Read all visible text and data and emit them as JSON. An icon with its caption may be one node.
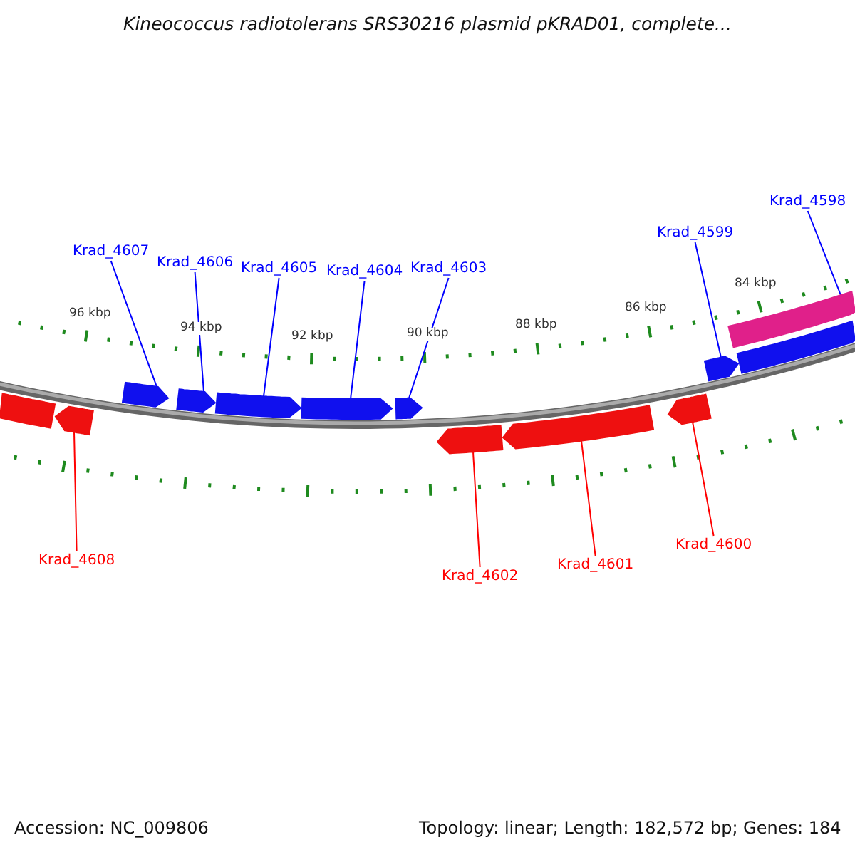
{
  "diagram": {
    "title": "Kineococcus radiotolerans SRS30216 plasmid pKRAD01, complete...",
    "nodes": [
      {
        "text": [
          "Krad_4607"
        ]
      },
      {
        "text": [
          "Krad_4606"
        ]
      },
      {
        "text": [
          "Krad_4605"
        ]
      },
      {
        "text": [
          "Krad_4604"
        ]
      },
      {
        "text": [
          "Krad_4603"
        ]
      },
      {
        "text": [
          "Krad_4599"
        ]
      },
      {
        "text": [
          "Krad_4598"
        ]
      },
      {
        "text": [],
        "shape": "bar"
      },
      {
        "text": [],
        "shape": "bar"
      },
      {
        "text": [],
        "shape": "bar"
      },
      {
        "text": [],
        "shape": "bar"
      },
      {
        "text": [],
        "shape": "bar"
      },
      {
        "text": [],
        "shape": "bar"
      },
      {
        "text": [],
        "shape": "bar"
      },
      {
        "text": [],
        "shape": "bar"
      },
      {
        "text": [],
        "shape": "bar"
      },
      {
        "text": [],
        "shape": "bar"
      },
      {
        "text": [],
        "shape": "bar"
      },
      {
        "text": [],
        "shape": "bar"
      },
      {
        "text": [],
        "shape": "bar"
      },
      {
        "text": [
          "Krad_4608"
        ]
      },
      {
        "text": [
          "Krad_4602"
        ]
      },
      {
        "text": [
          "Krad_4601"
        ]
      },
      {
        "text": [
          "Krad_4600"
        ]
      }
    ],
    "edges": [
      {
        "from": 0,
        "to": 7,
        "arrow": "none"
      },
      {
        "from": 1,
        "to": 8,
        "arrow": "none"
      },
      {
        "from": 2,
        "to": 9,
        "arrow": "none"
      },
      {
        "from": 3,
        "to": 10,
        "arrow": "none"
      },
      {
        "from": 4,
        "to": 11,
        "arrow": "none"
      },
      {
        "from": 5,
        "to": 12,
        "arrow": "none"
      },
      {
        "from": 6,
        "to": 14,
        "arrow": "none"
      },
      {
        "from": 20,
        "to": 16,
        "arrow": "none",
        "color": "#ff0000"
      },
      {
        "from": 21,
        "to": 17,
        "arrow": "none",
        "color": "#ff0000"
      },
      {
        "from": 22,
        "to": 18,
        "arrow": "none",
        "color": "#ff0000"
      },
      {
        "from": 23,
        "to": 19,
        "arrow": "none",
        "color": "#ff0000"
      }
    ],
    "labels": [
      "96 kbp",
      "94 kbp",
      "92 kbp",
      "90 kbp",
      "88 kbp",
      "86 kbp",
      "84 kbp",
      "Accession: NC_009806",
      "Topology: linear; Length: 182,572 bp; Genes: 184"
    ]
  }
}
